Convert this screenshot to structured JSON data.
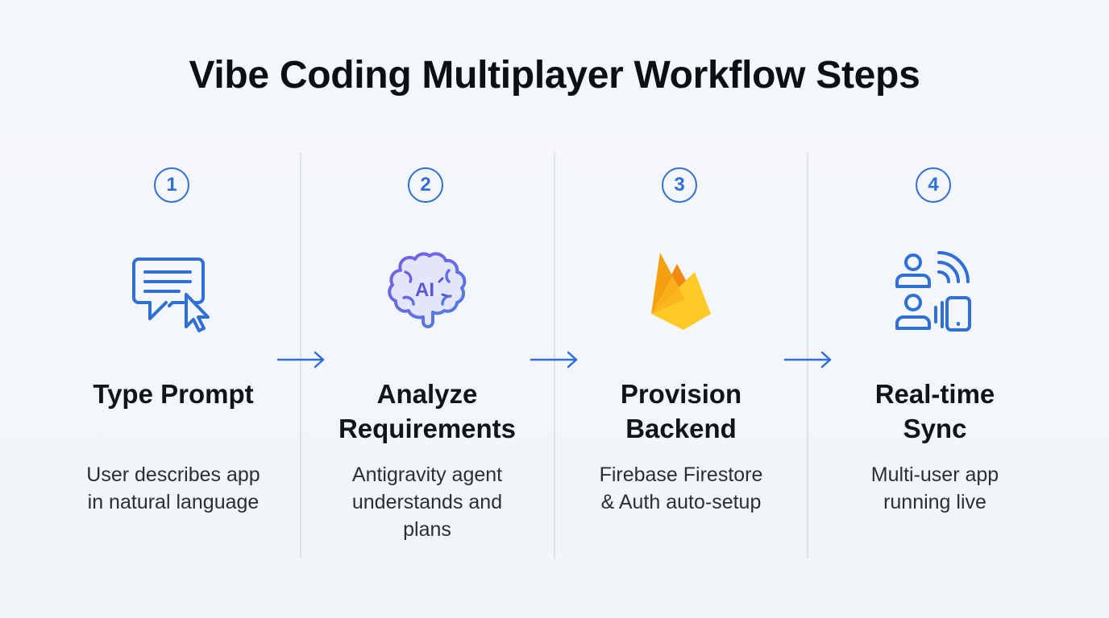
{
  "title": "Vibe Coding Multiplayer Workflow Steps",
  "accent_color": "#2f6fd6",
  "steps": [
    {
      "number": "1",
      "icon": "chat-bubble-cursor-icon",
      "title_line1": "Type Prompt",
      "title_line2": "",
      "desc_line1": "User describes app",
      "desc_line2": "in natural language",
      "desc_line3": ""
    },
    {
      "number": "2",
      "icon": "ai-brain-icon",
      "icon_text": "AI",
      "title_line1": "Analyze",
      "title_line2": "Requirements",
      "desc_line1": "Antigravity agent",
      "desc_line2": "understands and",
      "desc_line3": "plans"
    },
    {
      "number": "3",
      "icon": "firebase-flame-icon",
      "title_line1": "Provision",
      "title_line2": "Backend",
      "desc_line1": "Firebase Firestore",
      "desc_line2": "& Auth auto-setup",
      "desc_line3": ""
    },
    {
      "number": "4",
      "icon": "users-wireless-device-icon",
      "title_line1": "Real-time",
      "title_line2": "Sync",
      "desc_line1": "Multi-user app",
      "desc_line2": "running live",
      "desc_line3": ""
    }
  ]
}
